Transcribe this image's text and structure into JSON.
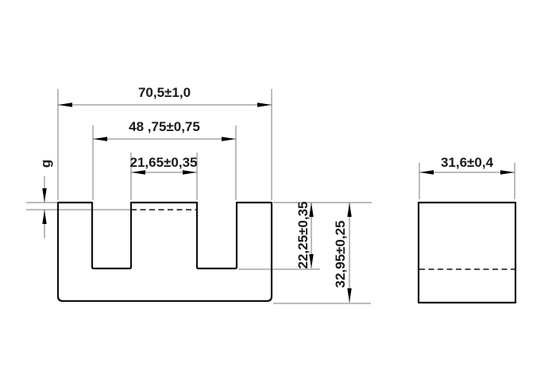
{
  "front_view": {
    "dim_overall_width": "70,5±1,0",
    "dim_window_outer_width": "48 ,75±0,75",
    "dim_center_leg_width": "21,65±0,35",
    "dim_air_gap_label": "g",
    "dim_window_depth": "22,25±0,35",
    "dim_total_height": "32,95±0,25"
  },
  "side_view": {
    "dim_depth": "31,6±0,4"
  },
  "colors": {
    "background": "#ffffff",
    "outline": "#111111",
    "dimension_lines": "#7a7a7a",
    "text": "#1a1a1a"
  }
}
